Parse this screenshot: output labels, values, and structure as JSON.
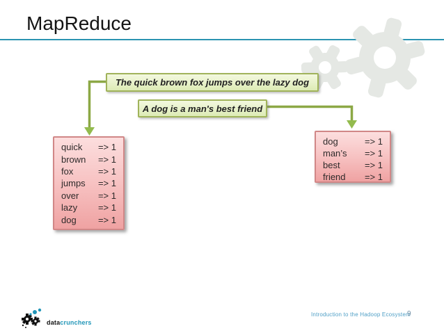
{
  "slide": {
    "title": "MapReduce",
    "footer_text": "Introduction to the Hadoop Ecosystem",
    "page_number": "9"
  },
  "logo": {
    "text_primary": "data",
    "text_secondary": "crunchers",
    "icon": "gears-icon"
  },
  "decoration": {
    "icon": "gear-icon",
    "gear_color": "#e5e8e4"
  },
  "sentences": {
    "sentence1": "The quick brown fox jumps over the lazy dog",
    "sentence2": "A dog is a man's best friend"
  },
  "map_outputs": {
    "left": {
      "rows": [
        {
          "word": "quick",
          "value": "=> 1"
        },
        {
          "word": "brown",
          "value": "=> 1"
        },
        {
          "word": "fox",
          "value": "=> 1"
        },
        {
          "word": "jumps",
          "value": "=> 1"
        },
        {
          "word": "over",
          "value": "=> 1"
        },
        {
          "word": "lazy",
          "value": "=> 1"
        },
        {
          "word": "dog",
          "value": "=> 1"
        }
      ]
    },
    "right": {
      "rows": [
        {
          "word": "dog",
          "value": "=> 1"
        },
        {
          "word": "man’s",
          "value": "=> 1"
        },
        {
          "word": "best",
          "value": "=> 1"
        },
        {
          "word": "friend",
          "value": "=> 1"
        }
      ]
    }
  },
  "colors": {
    "accent_teal": "#2b93b1",
    "callout_fill": "#e7f1c9",
    "callout_border": "#a0b35a",
    "arrow_green": "#8ca845",
    "map_box_fill_top": "#fcdede",
    "map_box_fill_bottom": "#efa2a2",
    "map_box_border": "#d18787",
    "footer_text_color": "#4f9fc6"
  }
}
